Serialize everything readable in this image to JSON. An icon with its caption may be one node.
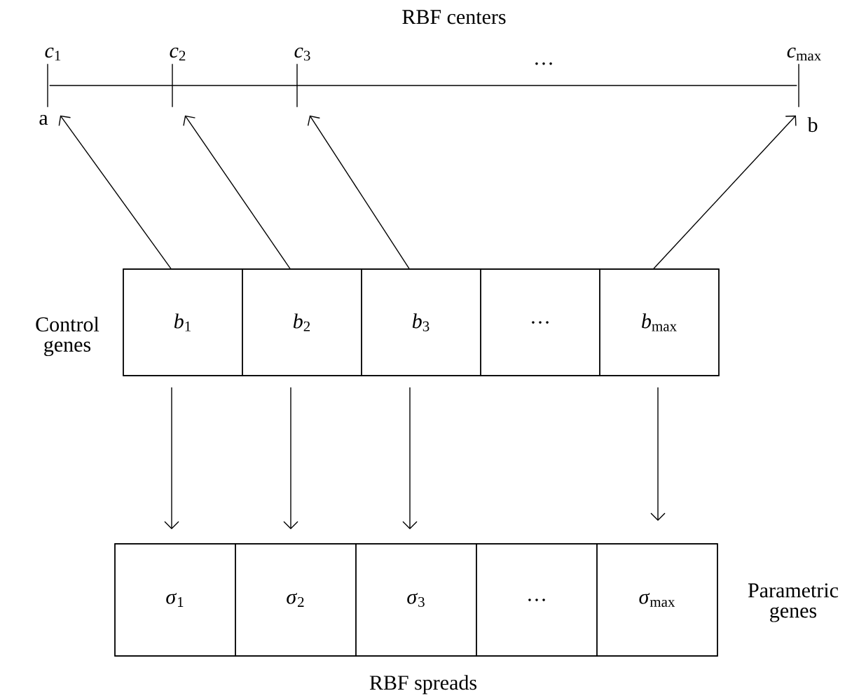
{
  "diagram": {
    "nodes": [
      {
        "text": [
          "*c*$_{1}$"
        ],
        "beside": [
          "a"
        ]
      },
      {
        "text": [
          "*c*$_{2}$"
        ]
      },
      {
        "text": [
          "*c*$_{3}$"
        ]
      },
      {
        "text": [
          "*c*$_{max}$"
        ],
        "beside": [
          "b"
        ]
      },
      {
        "text": [],
        "shape": "box",
        "beside": [
          "Control genes"
        ]
      },
      {
        "text": [
          "*b*$_{1}$"
        ],
        "in": 4
      },
      {
        "text": [
          "*b*$_{2}$"
        ],
        "in": 4
      },
      {
        "text": [
          "*b*$_{3}$"
        ],
        "in": 4
      },
      {
        "text": [
          "…"
        ],
        "in": 4
      },
      {
        "text": [
          "*b*$_{max}$"
        ],
        "in": 4
      },
      {
        "text": [],
        "shape": "box",
        "beside": [
          "Parametric genes",
          "RBF spreads"
        ]
      },
      {
        "text": [
          "*σ*$_{1}$"
        ],
        "in": 10
      },
      {
        "text": [
          "*σ*$_{2}$"
        ],
        "in": 10
      },
      {
        "text": [
          "*σ*$_{3}$"
        ],
        "in": 10
      },
      {
        "text": [
          "…"
        ],
        "in": 10
      },
      {
        "text": [
          "*σ*$_{max}$"
        ],
        "in": 10
      }
    ],
    "edges": [
      {
        "from": 0,
        "to": 3,
        "arrow": "none"
      },
      {
        "from": 5,
        "to": 0,
        "arrow": "to"
      },
      {
        "from": 6,
        "to": 1,
        "arrow": "to"
      },
      {
        "from": 7,
        "to": 2,
        "arrow": "to"
      },
      {
        "from": 9,
        "to": 3,
        "arrow": "to"
      },
      {
        "from": 5,
        "to": 11,
        "arrow": "to"
      },
      {
        "from": 6,
        "to": 12,
        "arrow": "to"
      },
      {
        "from": 7,
        "to": 13,
        "arrow": "to"
      },
      {
        "from": 9,
        "to": 15,
        "arrow": "to"
      }
    ],
    "labels": [
      "RBF centers",
      "…"
    ]
  }
}
